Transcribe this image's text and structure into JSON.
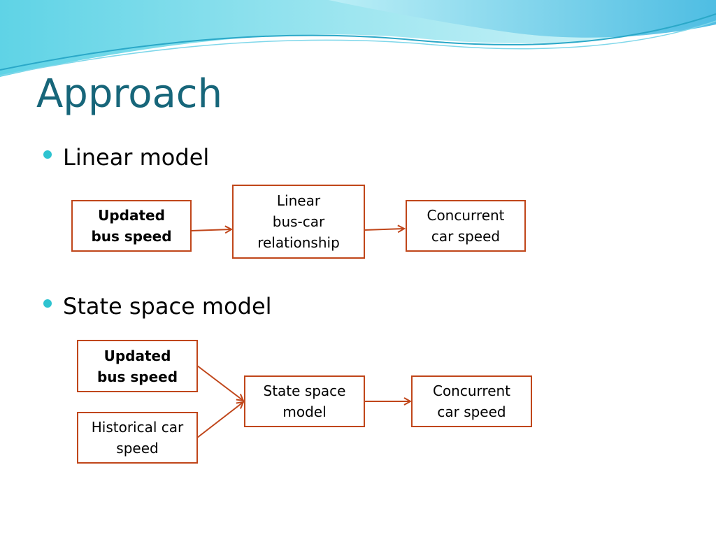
{
  "slide": {
    "title": "Approach"
  },
  "bullets": [
    {
      "text": "Linear model"
    },
    {
      "text": "State space model"
    }
  ],
  "linear_model": {
    "nodes": {
      "input": "Updated\nbus speed",
      "process": "Linear\nbus-car\nrelationship",
      "output": "Concurrent\ncar speed"
    }
  },
  "state_space_model": {
    "nodes": {
      "input_bus": "Updated\nbus speed",
      "input_hist": "Historical car\nspeed",
      "process": "State space\nmodel",
      "output": "Concurrent\ncar speed"
    }
  },
  "colors": {
    "title": "#17667a",
    "bullet": "#2ec3d0",
    "node_border": "#c0461a",
    "arrow": "#c0461a"
  }
}
